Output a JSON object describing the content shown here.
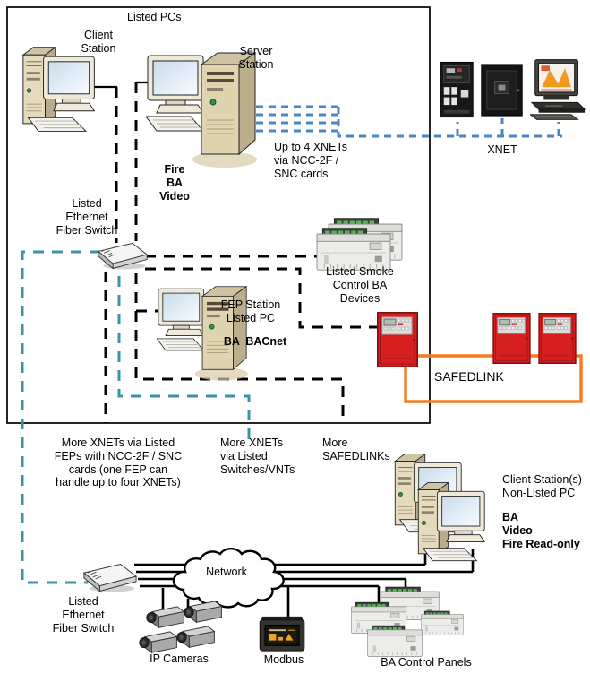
{
  "colors": {
    "teal": "#3a93a8",
    "xnet_blue": "#4a86c6",
    "safedlink_orange": "#f47b20",
    "panel_red": "#d6201f",
    "pc_beige": "#e0d3b0",
    "line_black": "#000000"
  },
  "labels": {
    "listed_pcs": "Listed PCs",
    "client_station": "Client\nStation",
    "server_station": "Server\nStation",
    "up_to_4_xnets": "Up to 4 XNETs\nvia NCC-2F /\nSNC cards",
    "fire_ba": "Fire\nBA",
    "video": "Video",
    "listed_ethernet_fiber_switch_1": "Listed\nEthernet\nFiber Switch",
    "fep_station": "FEP Station\nListed PC",
    "ba_bacnet": "BA  BACnet",
    "smoke_devices": "Listed Smoke\nControl BA\nDevices",
    "safedlink": "SAFEDLINK",
    "xnet": "XNET",
    "more_xnets_feps": "More XNETs via Listed\nFEPs with NCC-2F / SNC\ncards (one FEP can\nhandle up to four XNETs)",
    "more_xnets_switches": "More XNETs\nvia Listed\nSwitches/VNTs",
    "more_safedlinks": "More\nSAFEDLINKs",
    "client_stations": "Client Station(s)\nNon-Listed PC",
    "client_access": "BA\nVideo\nFire Read-only",
    "listed_ethernet_fiber_switch_2": "Listed\nEthernet\nFiber Switch",
    "network": "Network",
    "ip_cameras": "IP Cameras",
    "modbus": "Modbus",
    "ba_control_panels": "BA Control Panels"
  }
}
